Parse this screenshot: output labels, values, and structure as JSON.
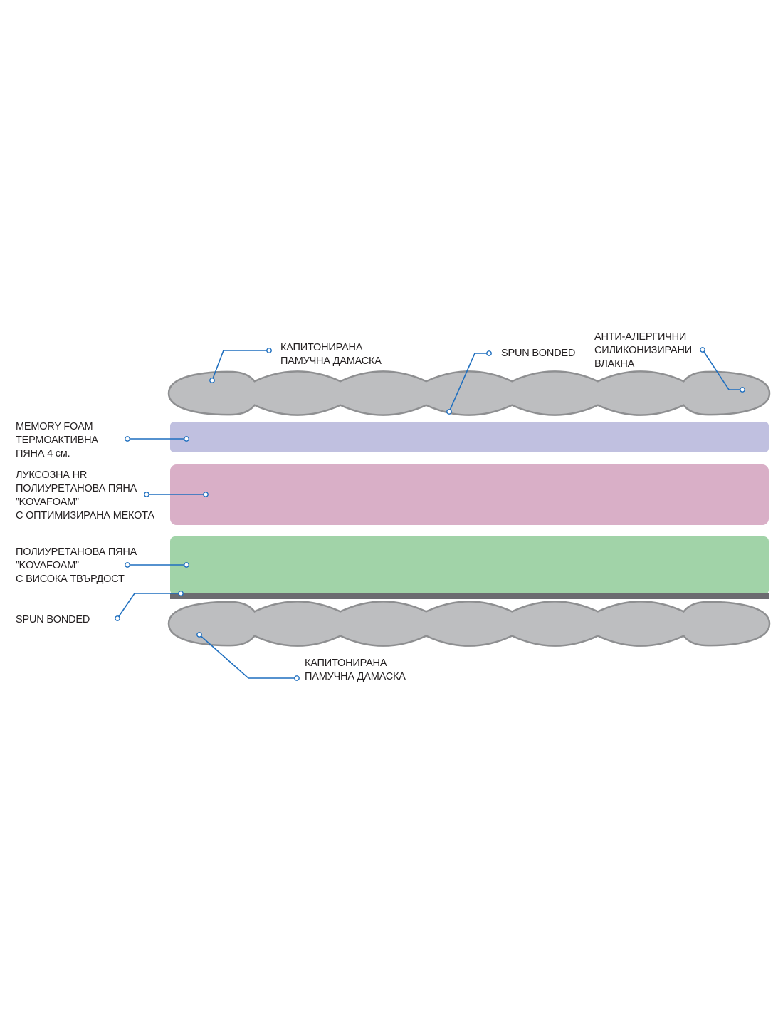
{
  "title": "Mattress layer cross-section",
  "colors": {
    "damask_fill": "#bdbec0",
    "damask_stroke": "#8e8f91",
    "memory_foam": "#c0c0e0",
    "hr_foam": "#d9afc7",
    "firm_foam": "#a1d3a8",
    "spun_bonded_bar": "#6b6b70",
    "callout_line": "#1f6fbf",
    "text": "#231f20"
  },
  "layers": [
    {
      "id": "top-damask",
      "name": "Quilted cotton damask (top)"
    },
    {
      "id": "memory-foam",
      "name": "Memory foam"
    },
    {
      "id": "hr-foam",
      "name": "Luxury HR polyurethane foam"
    },
    {
      "id": "firm-foam",
      "name": "Polyurethane foam high firmness"
    },
    {
      "id": "spun-bonded",
      "name": "Spun bonded"
    },
    {
      "id": "bottom-damask",
      "name": "Quilted cotton damask (bottom)"
    }
  ],
  "labels": {
    "top_damask": [
      "КАПИТОНИРАНА",
      "ПАМУЧНА ДАМАСКА"
    ],
    "top_spun_bonded": [
      "SPUN BONDED"
    ],
    "fibers": [
      "АНТИ-АЛЕРГИЧНИ",
      "СИЛИКОНИЗИРАНИ",
      "ВЛАКНА"
    ],
    "memory_foam": [
      "MEMORY FOAM",
      "ТЕРМОАКТИВНА",
      "ПЯНА 4 см."
    ],
    "hr_foam": [
      "ЛУКСОЗНА HR",
      "ПОЛИУРЕТАНОВА ПЯНА",
      "”KOVAFOAM”",
      "С ОПТИМИЗИРАНА МЕКОТА"
    ],
    "firm_foam": [
      "ПОЛИУРЕТАНОВА ПЯНА",
      "”KOVAFOAM”",
      "С ВИСОКА ТВЪРДОСТ"
    ],
    "bottom_spun_bonded": [
      "SPUN BONDED"
    ],
    "bottom_damask": [
      "КАПИТОНИРАНА",
      "ПАМУЧНА ДАМАСКА"
    ]
  }
}
